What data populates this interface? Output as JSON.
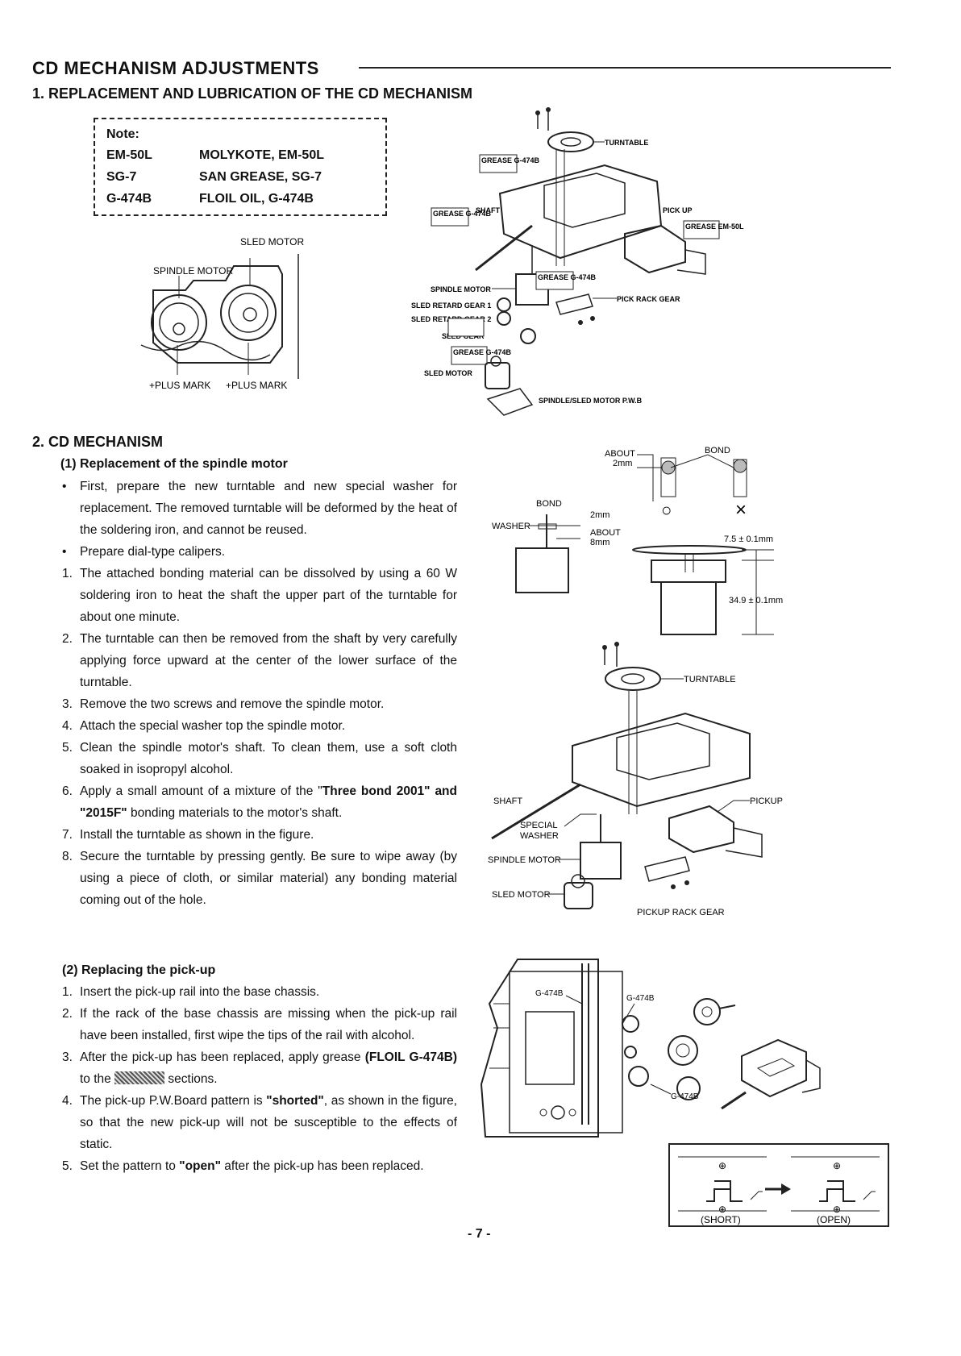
{
  "page": {
    "title": "CD MECHANISM ADJUSTMENTS",
    "section1_title": "1.  REPLACEMENT AND LUBRICATION OF THE CD MECHANISM",
    "note": {
      "heading": "Note:",
      "rows": [
        {
          "code": "EM-50L",
          "desc": "MOLYKOTE, EM-50L"
        },
        {
          "code": "SG-7",
          "desc": "SAN GREASE, SG-7"
        },
        {
          "code": "G-474B",
          "desc": "FLOIL OIL, G-474B"
        }
      ]
    },
    "motor_diagram": {
      "sled_motor": "SLED MOTOR",
      "spindle_motor": "SPINDLE MOTOR",
      "plus_mark_1": "+PLUS MARK",
      "plus_mark_2": "+PLUS MARK"
    },
    "exploded1": {
      "turntable": "TURNTABLE",
      "grease_1": "GREASE G-474B",
      "shaft": "SHAFT",
      "grease_2": "GREASE G-474B",
      "pick_up": "PICK UP",
      "grease_3": "GREASE EM-50L",
      "spindle_motor": "SPINDLE MOTOR",
      "sled_retard_gear_1": "SLED RETARD GEAR 1",
      "sled_retard_gear_2": "SLED RETARD GEAR 2",
      "grease_4": "GREASE G-474B",
      "pick_rack_gear": "PICK RACK GEAR",
      "sled_gear": "SLED GEAR",
      "grease_5": "GREASE G-474B",
      "sled_motor": "SLED MOTOR",
      "pwb": "SPINDLE/SLED MOTOR P.W.B"
    },
    "section2_title": "2.  CD MECHANISM",
    "sub1_title": "(1) Replacement of the spindle motor",
    "bullets": [
      "First, prepare the new turntable and new special washer for replacement. The removed turntable will be deformed by the heat of the soldering iron, and cannot be reused.",
      "Prepare dial-type calipers."
    ],
    "steps1": [
      "The attached bonding material can be dissolved by using a 60 W soldering iron to heat the shaft the upper part of the turntable for about one minute.",
      "The turntable can then be removed from the shaft by very carefully applying force upward at the center of the lower surface of the turntable.",
      "Remove the two screws and remove the spindle motor.",
      "Attach the special washer top the spindle motor.",
      "Clean the spindle motor's shaft. To clean them, use a soft cloth soaked in isopropyl alcohol."
    ],
    "step6_a": "Apply a small amount of a mixture of the \"",
    "step6_b": "Three bond 2001\" and \"2015F\"",
    "step6_c": " bonding materials to the motor's shaft.",
    "steps1b": [
      "Install the turntable as shown in the figure.",
      "Secure the turntable by pressing gently. Be sure to wipe away (by using a piece of cloth, or similar material) any bonding material coming out of the hole."
    ],
    "bond_diagram": {
      "about_1": "ABOUT",
      "mm_2a": "2mm",
      "bond_1": "BOND",
      "bond_2": "BOND",
      "mm_2b": "2mm",
      "washer": "WASHER",
      "about_2": "ABOUT",
      "mm_8": "8mm",
      "ok": "○",
      "ng": "×",
      "dim_1": "7.5 ± 0.1mm",
      "dim_2": "34.9 ± 0.1mm"
    },
    "exploded2": {
      "turntable": "TURNTABLE",
      "shaft": "SHAFT",
      "special_washer_1": "SPECIAL",
      "special_washer_2": "WASHER",
      "pickup": "PICKUP",
      "spindle_motor": "SPINDLE MOTOR",
      "sled_motor": "SLED MOTOR",
      "pickup_rack_gear": "PICKUP RACK GEAR"
    },
    "sub2_title": "(2) Replacing the pick-up",
    "steps2_1": "Insert the pick-up rail into the base chassis.",
    "steps2_2": "If the rack of the base chassis are missing when the pick-up rail have been installed, first wipe the tips of the rail with alcohol.",
    "steps2_3a": "After the pick-up has been replaced, apply grease ",
    "steps2_3b": "(FLOIL G-474B)",
    "steps2_3c": " to the ",
    "steps2_3d": " sections.",
    "steps2_4a": "The pick-up P.W.Board pattern is ",
    "steps2_4b": "\"shorted\"",
    "steps2_4c": ", as shown in the figure, so that the new pick-up will not be susceptible to the effects of static.",
    "steps2_5a": "Set the pattern to ",
    "steps2_5b": "\"open\"",
    "steps2_5c": " after the pick-up has been replaced.",
    "chassis": {
      "g1": "G-474B",
      "g2": "G-474B",
      "g3": "G-474B",
      "short": "(SHORT)",
      "open": "(OPEN)"
    },
    "page_number": "- 7 -"
  }
}
